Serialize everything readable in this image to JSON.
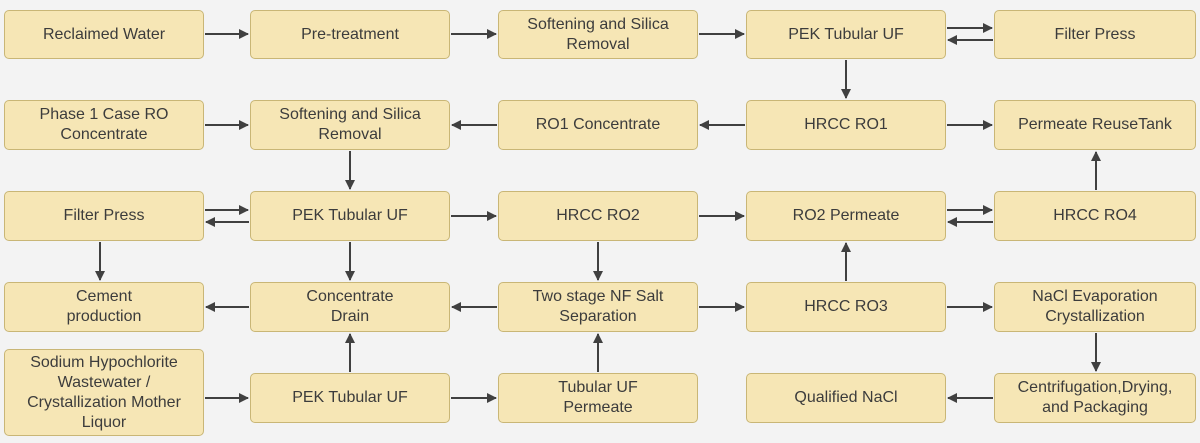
{
  "nodes": {
    "reclaimed_water": "Reclaimed Water",
    "pretreatment": "Pre-treatment",
    "softening_1": "Softening and Silica Removal",
    "pek_uf_1": "PEK Tubular UF",
    "filter_press_1": "Filter Press",
    "phase1_ro_concentrate": "Phase 1 Case RO Concentrate",
    "softening_2": "Softening and Silica Removal",
    "ro1_concentrate": "RO1 Concentrate",
    "hrcc_ro1": "HRCC RO1",
    "permeate_reuse_tank": "Permeate ReuseTank",
    "filter_press_2": "Filter Press",
    "pek_uf_2": "PEK Tubular UF",
    "hrcc_ro2": "HRCC RO2",
    "ro2_permeate": "RO2 Permeate",
    "hrcc_ro4": "HRCC RO4",
    "cement_production": "Cement production",
    "concentrate_drain": "Concentrate Drain",
    "nf_salt_separation": "Two stage NF Salt Separation",
    "hrcc_ro3": "HRCC RO3",
    "nacl_evaporation": "NaCl Evaporation Crystallization",
    "sodium_hypochlorite": "Sodium Hypochlorite Wastewater / Crystallization Mother Liquor",
    "pek_uf_3": "PEK Tubular UF",
    "tubular_uf_permeate": "Tubular UF Permeate",
    "qualified_nacl": "Qualified NaCl",
    "centrifugation": "Centrifugation,Drying, and Packaging"
  },
  "edges": [
    [
      "reclaimed_water",
      "pretreatment"
    ],
    [
      "pretreatment",
      "softening_1"
    ],
    [
      "softening_1",
      "pek_uf_1"
    ],
    [
      "pek_uf_1",
      "filter_press_1"
    ],
    [
      "filter_press_1",
      "pek_uf_1"
    ],
    [
      "pek_uf_1",
      "hrcc_ro1"
    ],
    [
      "phase1_ro_concentrate",
      "softening_2"
    ],
    [
      "ro1_concentrate",
      "softening_2"
    ],
    [
      "hrcc_ro1",
      "ro1_concentrate"
    ],
    [
      "hrcc_ro1",
      "permeate_reuse_tank"
    ],
    [
      "softening_2",
      "pek_uf_2"
    ],
    [
      "filter_press_2",
      "pek_uf_2"
    ],
    [
      "pek_uf_2",
      "filter_press_2"
    ],
    [
      "pek_uf_2",
      "hrcc_ro2"
    ],
    [
      "hrcc_ro2",
      "ro2_permeate"
    ],
    [
      "ro2_permeate",
      "hrcc_ro4"
    ],
    [
      "hrcc_ro4",
      "ro2_permeate"
    ],
    [
      "hrcc_ro4",
      "permeate_reuse_tank"
    ],
    [
      "filter_press_2",
      "cement_production"
    ],
    [
      "pek_uf_2",
      "concentrate_drain"
    ],
    [
      "hrcc_ro2",
      "nf_salt_separation"
    ],
    [
      "concentrate_drain",
      "cement_production"
    ],
    [
      "nf_salt_separation",
      "concentrate_drain"
    ],
    [
      "nf_salt_separation",
      "hrcc_ro3"
    ],
    [
      "hrcc_ro3",
      "ro2_permeate"
    ],
    [
      "hrcc_ro3",
      "nacl_evaporation"
    ],
    [
      "nacl_evaporation",
      "centrifugation"
    ],
    [
      "centrifugation",
      "qualified_nacl"
    ],
    [
      "sodium_hypochlorite",
      "pek_uf_3"
    ],
    [
      "pek_uf_3",
      "concentrate_drain"
    ],
    [
      "pek_uf_3",
      "tubular_uf_permeate"
    ],
    [
      "tubular_uf_permeate",
      "nf_salt_separation"
    ]
  ],
  "colors": {
    "node_fill": "#f6e6b5",
    "node_border": "#c9b676",
    "arrow": "#404040",
    "background": "#f3f3f3"
  }
}
